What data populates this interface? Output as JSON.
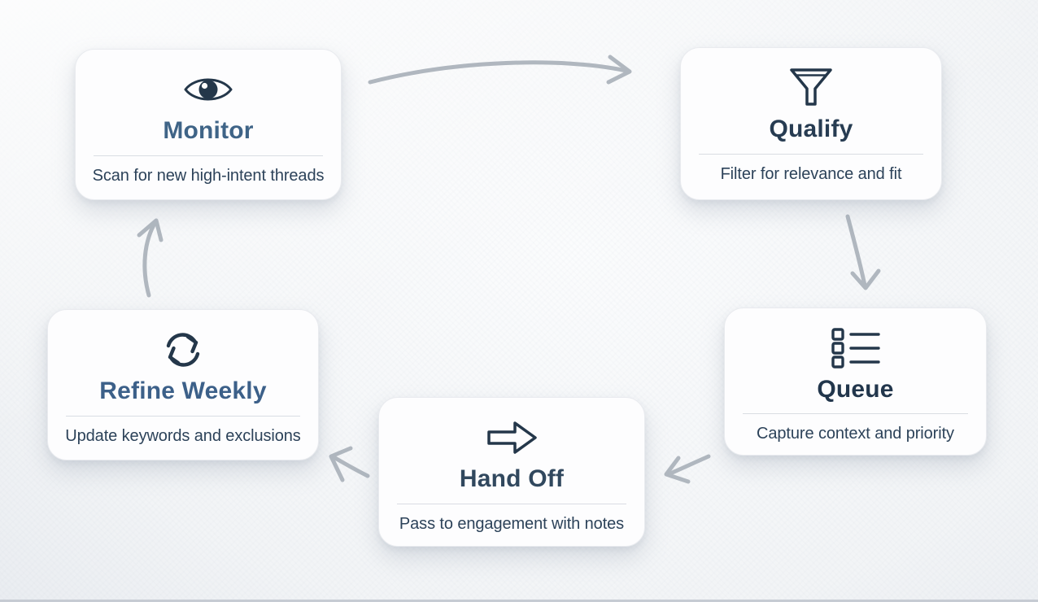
{
  "diagram": {
    "nodes": [
      {
        "id": "monitor",
        "title": "Monitor",
        "subtitle": "Scan for new high-intent threads",
        "icon": "eye-icon",
        "title_color": "#3f6487"
      },
      {
        "id": "qualify",
        "title": "Qualify",
        "subtitle": "Filter for relevance and fit",
        "icon": "funnel-icon",
        "title_color": "#273c52"
      },
      {
        "id": "queue",
        "title": "Queue",
        "subtitle": "Capture context and priority",
        "icon": "checklist-icon",
        "title_color": "#22364c"
      },
      {
        "id": "hand-off",
        "title": "Hand Off",
        "subtitle": "Pass to engagement with notes",
        "icon": "block-arrow-right-icon",
        "title_color": "#31485e"
      },
      {
        "id": "refine-weekly",
        "title": "Refine Weekly",
        "subtitle": "Update keywords and exclusions",
        "icon": "refresh-icon",
        "title_color": "#3c6089"
      }
    ],
    "edges": [
      {
        "from": "Monitor",
        "to": "Qualify"
      },
      {
        "from": "Qualify",
        "to": "Queue"
      },
      {
        "from": "Queue",
        "to": "Hand Off"
      },
      {
        "from": "Hand Off",
        "to": "Refine Weekly"
      },
      {
        "from": "Refine Weekly",
        "to": "Monitor"
      }
    ],
    "colors": {
      "background": "#f2f4f6",
      "bottom_line": "#c6cbd3",
      "card_bg": "#fdfdfe",
      "card_border": "#e9ebef",
      "icon": "#24374a",
      "subtitle": "#2c4259",
      "divider": "#d9dde3",
      "arrow": "#b0b7bf"
    }
  }
}
